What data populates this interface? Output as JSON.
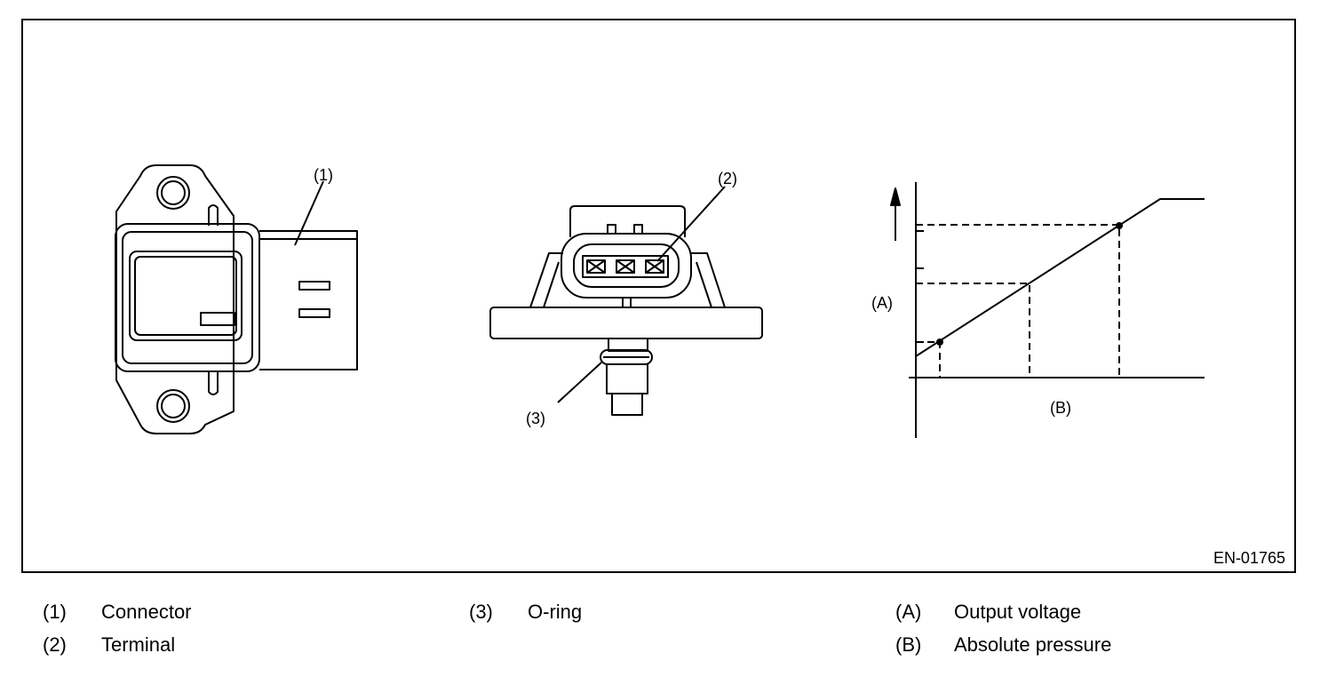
{
  "figure": {
    "id": "EN-01765",
    "callouts": {
      "connector": "(1)",
      "terminal": "(2)",
      "oring": "(3)"
    },
    "graph": {
      "y_axis_label": "(A)",
      "x_axis_label": "(B)"
    }
  },
  "legend": {
    "columns": [
      [
        {
          "code": "(1)",
          "text": "Connector"
        },
        {
          "code": "(2)",
          "text": "Terminal"
        }
      ],
      [
        {
          "code": "(3)",
          "text": "O-ring"
        }
      ],
      [
        {
          "code": "(A)",
          "text": "Output voltage"
        },
        {
          "code": "(B)",
          "text": "Absolute pressure"
        }
      ]
    ]
  }
}
